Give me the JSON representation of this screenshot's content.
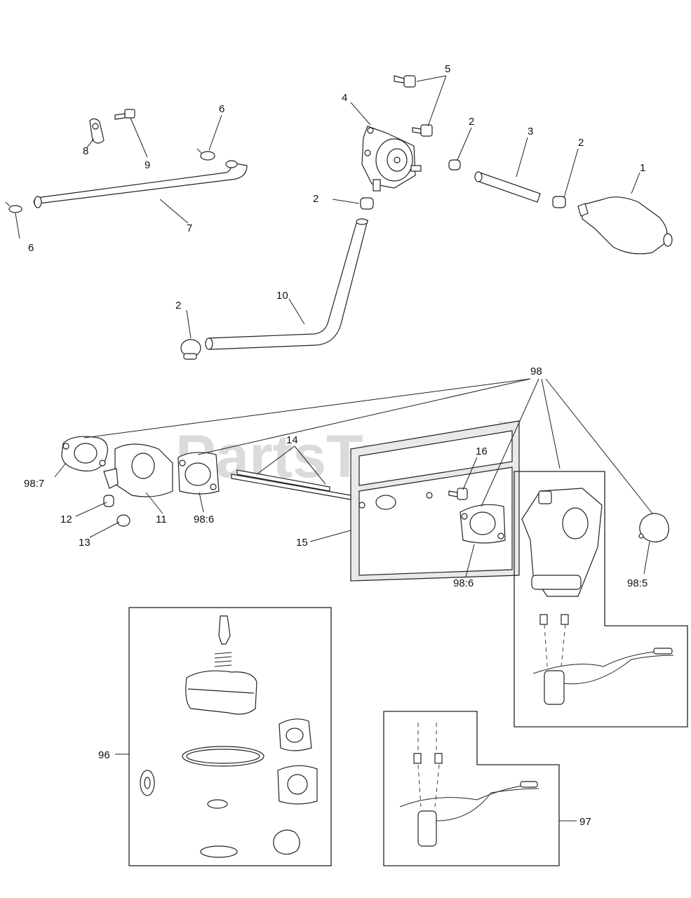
{
  "watermark": {
    "text": "PartsTree",
    "mark": "TM"
  },
  "callouts": {
    "c1": "1",
    "c2a": "2",
    "c2b": "2",
    "c2c": "2",
    "c2d": "2",
    "c3": "3",
    "c4": "4",
    "c5": "5",
    "c6a": "6",
    "c6b": "6",
    "c7": "7",
    "c8": "8",
    "c9": "9",
    "c10": "10",
    "c11": "11",
    "c12": "12",
    "c13": "13",
    "c14": "14",
    "c15": "15",
    "c16": "16",
    "c98": "98",
    "c98_7": "98:7",
    "c98_6a": "98:6",
    "c98_6b": "98:6",
    "c98_5": "98:5",
    "c96": "96",
    "c97": "97"
  }
}
